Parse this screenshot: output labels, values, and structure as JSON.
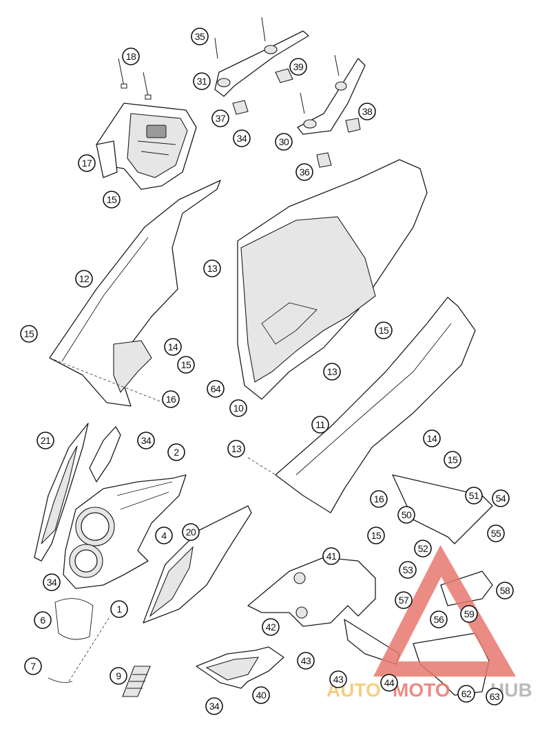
{
  "callouts": [
    "35",
    "18",
    "31",
    "39",
    "37",
    "38",
    "34",
    "30",
    "17",
    "36",
    "15",
    "12",
    "13",
    "14",
    "16",
    "64",
    "10",
    "11",
    "21",
    "2",
    "4",
    "20",
    "6",
    "1",
    "7",
    "9",
    "40",
    "41",
    "42",
    "43",
    "44",
    "50",
    "51",
    "54",
    "55",
    "52",
    "53",
    "57",
    "56",
    "58",
    "59",
    "62",
    "63"
  ],
  "watermark": {
    "part1": "AUTO",
    "part2": "MOTO",
    "part3": "HUB",
    "color_primary": "#e8786f",
    "color_secondary": "#f2c86a",
    "color_gray": "#b0b0b0"
  }
}
